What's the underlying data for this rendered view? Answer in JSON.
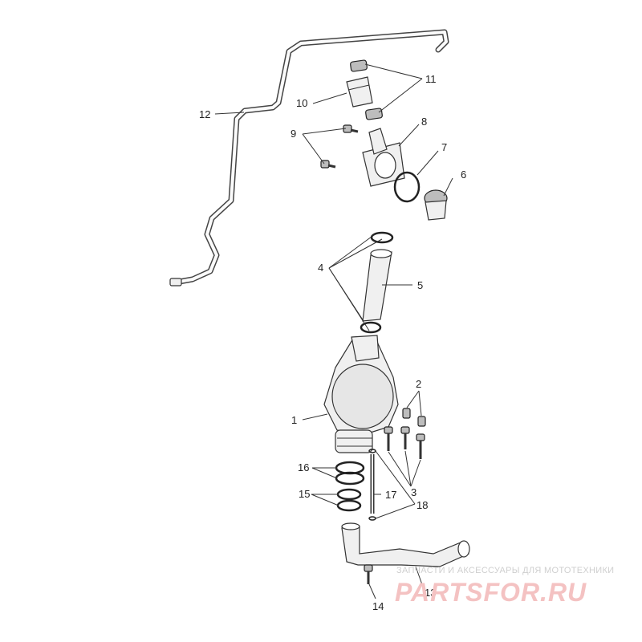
{
  "callouts": {
    "c1": "1",
    "c2": "2",
    "c3": "3",
    "c4": "4",
    "c5": "5",
    "c6": "6",
    "c7": "7",
    "c8": "8",
    "c9": "9",
    "c10": "10",
    "c11": "11",
    "c12": "12",
    "c13": "13",
    "c14": "14",
    "c15": "15",
    "c16": "16",
    "c17": "17",
    "c18": "18"
  },
  "watermark": {
    "tagline": "ЗАПЧАСТИ И АКСЕССУАРЫ ДЛЯ МОТОТЕХНИКИ",
    "brand": "PARTSFOR.RU"
  }
}
